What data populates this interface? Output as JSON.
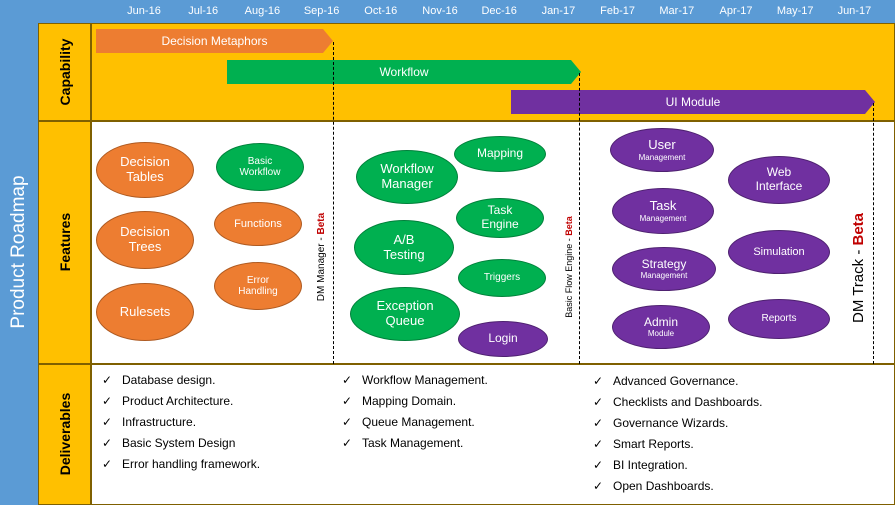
{
  "title": "Product Roadmap",
  "months": [
    "Jun-16",
    "Jul-16",
    "Aug-16",
    "Sep-16",
    "Oct-16",
    "Nov-16",
    "Dec-16",
    "Jan-17",
    "Feb-17",
    "Mar-17",
    "Apr-17",
    "May-17",
    "Jun-17"
  ],
  "rows": {
    "capability": "Capability",
    "features": "Features",
    "deliverables": "Deliverables"
  },
  "capability_bars": [
    {
      "label": "Decision Metaphors",
      "color": "#ed7d31"
    },
    {
      "label": "Workflow",
      "color": "#00b050"
    },
    {
      "label": "UI Module",
      "color": "#7030a0"
    }
  ],
  "features": {
    "decision_tables": {
      "line1": "Decision",
      "line2": "Tables"
    },
    "decision_trees": {
      "line1": "Decision",
      "line2": "Trees"
    },
    "rulesets": {
      "label": "Rulesets"
    },
    "basic_workflow": {
      "line1": "Basic",
      "line2": "Workflow"
    },
    "functions": {
      "label": "Functions"
    },
    "error_handling": {
      "line1": "Error",
      "line2": "Handling"
    },
    "workflow_manager": {
      "line1": "Workflow",
      "line2": "Manager"
    },
    "ab_testing": {
      "line1": "A/B",
      "line2": "Testing"
    },
    "exception_queue": {
      "line1": "Exception",
      "line2": "Queue"
    },
    "mapping": {
      "label": "Mapping"
    },
    "task_engine": {
      "line1": "Task",
      "line2": "Engine"
    },
    "triggers": {
      "label": "Triggers"
    },
    "login": {
      "label": "Login"
    },
    "user_mgmt": {
      "line1": "User",
      "sub": "Management"
    },
    "task_mgmt": {
      "line1": "Task",
      "sub": "Management"
    },
    "strategy_mgmt": {
      "line1": "Strategy",
      "sub": "Management"
    },
    "admin_module": {
      "line1": "Admin",
      "sub": "Module"
    },
    "web_interface": {
      "line1": "Web",
      "line2": "Interface"
    },
    "simulation": {
      "label": "Simulation"
    },
    "reports": {
      "label": "Reports"
    }
  },
  "milestones": {
    "dm_manager": {
      "prefix": "DM  Manager  - ",
      "beta": "Beta"
    },
    "basic_flow_engine": {
      "prefix": "Basic Flow Engine - ",
      "beta": "Beta"
    },
    "dm_track": {
      "prefix": "DM Track - ",
      "beta": "Beta"
    }
  },
  "deliverables": {
    "col1": [
      "Database design.",
      "Product Architecture.",
      "Infrastructure.",
      "Basic System Design",
      "Error handling framework."
    ],
    "col2": [
      "Workflow Management.",
      "Mapping Domain.",
      "Queue Management.",
      "Task Management."
    ],
    "col3": [
      "Advanced Governance.",
      "Checklists and Dashboards.",
      "Governance  Wizards.",
      "Smart Reports.",
      "BI Integration.",
      "Open Dashboards."
    ]
  },
  "check_glyph": "✓",
  "colors": {
    "header_blue": "#5b9bd5",
    "label_gold": "#ffc000",
    "capability_bg": "#ffc000",
    "orange": "#ed7d31",
    "green": "#00b050",
    "purple": "#7030a0",
    "beta_red": "#c00000"
  }
}
